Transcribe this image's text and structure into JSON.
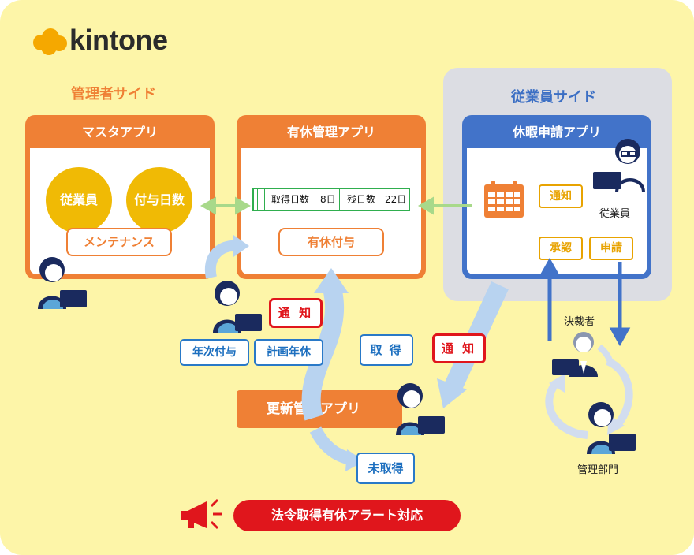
{
  "logo": {
    "text": "kintone"
  },
  "admin_side": {
    "title": "管理者サイド"
  },
  "employee_side": {
    "title": "従業員サイド"
  },
  "master_app": {
    "title": "マスタアプリ",
    "circles": [
      "従業員",
      "付与日数"
    ],
    "maintenance": "メンテナンス"
  },
  "leave_app": {
    "title": "有休管理アプリ",
    "table": {
      "taken_label": "取得日数",
      "taken_value": "8日",
      "remain_label": "残日数",
      "remain_value": "22日"
    },
    "grant_button": "有休付与"
  },
  "request_app": {
    "title": "休暇申請アプリ",
    "notify": "通知",
    "approve": "承認",
    "apply": "申請",
    "employee_label": "従業員"
  },
  "update_app": {
    "title": "更新管理アプリ"
  },
  "tags": {
    "notify_left": "通 知",
    "notify_mid": "通 知",
    "annual_grant": "年次付与",
    "planned_leave": "計画年休",
    "taken": "取 得",
    "not_taken": "未取得"
  },
  "people": {
    "approver": "決裁者",
    "admin_dept": "管理部門"
  },
  "alert": {
    "label": "法令取得有休アラート対応"
  },
  "colors": {
    "background": "#fdf5a8",
    "orange": "#ef8035",
    "blue": "#4273c9",
    "gold": "#f0ba05",
    "red": "#e0161c",
    "green_arrow": "#a8d98a",
    "light_blue_arrow": "#b8d3f0"
  },
  "icons": [
    "cloud-logo-icon",
    "calendar-icon",
    "megaphone-icon",
    "person-laptop-icon"
  ]
}
